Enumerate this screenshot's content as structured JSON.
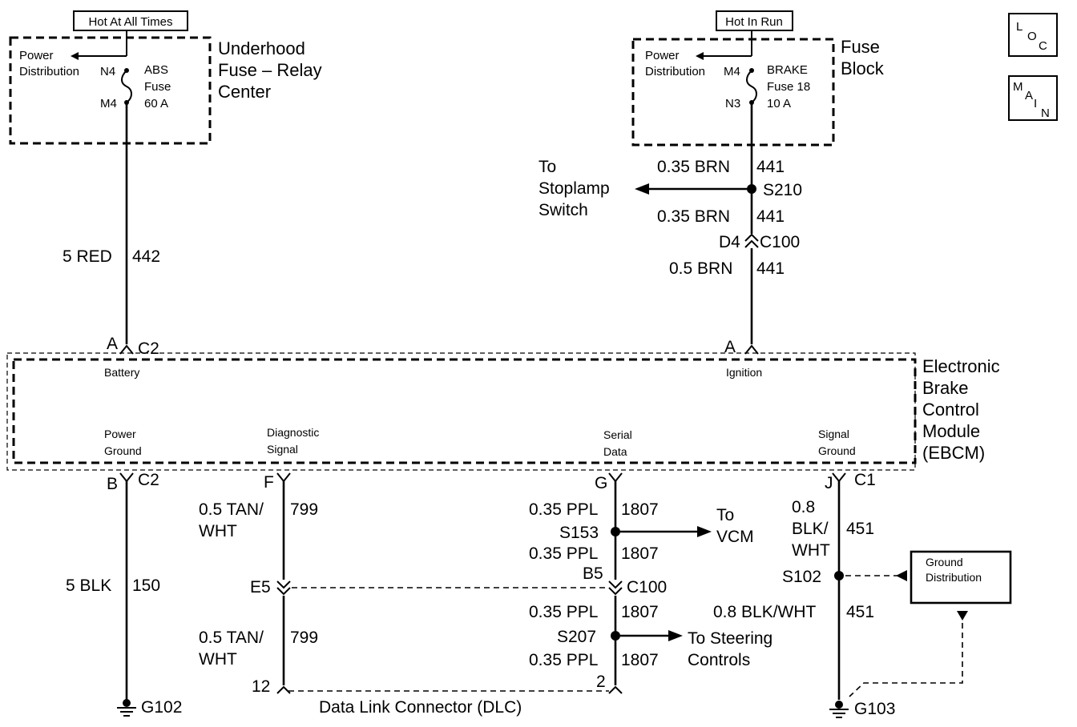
{
  "underhood": {
    "hot_label": "Hot At All Times",
    "power_distribution": [
      "Power",
      "Distribution"
    ],
    "pin_top": "N4",
    "pin_bottom": "M4",
    "fuse": [
      "ABS",
      "Fuse",
      "60 A"
    ],
    "name": [
      "Underhood",
      "Fuse – Relay",
      "Center"
    ]
  },
  "fuse_block": {
    "hot_label": "Hot In Run",
    "power_distribution": [
      "Power",
      "Distribution"
    ],
    "pin_top": "M4",
    "pin_bottom": "N3",
    "fuse": [
      "BRAKE",
      "Fuse 18",
      "10 A"
    ],
    "name": [
      "Fuse",
      "Block"
    ]
  },
  "corner_icons": {
    "loc": [
      "L",
      "O",
      "C"
    ],
    "main": [
      "M",
      "A",
      "I",
      "N"
    ]
  },
  "wires": {
    "battery_feed": {
      "gauge": "5 RED",
      "circuit": "442"
    },
    "brake_upper": {
      "gauge": "0.35 BRN",
      "circuit": "441"
    },
    "brake_mid": {
      "gauge": "0.35 BRN",
      "circuit": "441"
    },
    "brake_lower": {
      "gauge": "0.5 BRN",
      "circuit": "441"
    },
    "power_ground": {
      "gauge": "5 BLK",
      "circuit": "150"
    },
    "diag_upper": {
      "gauge": [
        "0.5 TAN/",
        "WHT"
      ],
      "circuit": "799"
    },
    "diag_lower": {
      "gauge": [
        "0.5 TAN/",
        "WHT"
      ],
      "circuit": "799"
    },
    "serial_1": {
      "gauge": "0.35 PPL",
      "circuit": "1807"
    },
    "serial_2": {
      "gauge": "0.35 PPL",
      "circuit": "1807"
    },
    "serial_3": {
      "gauge": "0.35 PPL",
      "circuit": "1807"
    },
    "serial_4": {
      "gauge": "0.35 PPL",
      "circuit": "1807"
    },
    "sig_ground_upper": {
      "gauge": [
        "0.8",
        "BLK/",
        "WHT"
      ],
      "circuit": "451"
    },
    "sig_ground_lower": {
      "gauge": "0.8 BLK/WHT",
      "circuit": "451"
    }
  },
  "splices": {
    "s210": "S210",
    "s153": "S153",
    "s207": "S207",
    "s102": "S102"
  },
  "destinations": {
    "stoplamp": [
      "To",
      "Stoplamp",
      "Switch"
    ],
    "vcm": [
      "To",
      "VCM"
    ],
    "steering": [
      "To Steering",
      "Controls"
    ]
  },
  "connectors": {
    "c100_top": {
      "pin": "D4",
      "name": "C100"
    },
    "c100_diag_pin": "E5",
    "c100_serial": {
      "pin": "B5",
      "name": "C100"
    },
    "batt": {
      "pin": "A",
      "name": "C2"
    },
    "ign": {
      "pin": "A"
    },
    "pwr_gnd": {
      "pin": "B",
      "name": "C2"
    },
    "diag": {
      "pin": "F"
    },
    "serial": {
      "pin": "G"
    },
    "sig_gnd": {
      "pin": "J",
      "name": "C1"
    },
    "dlc_pin_12": "12",
    "dlc_pin_2": "2",
    "dlc_name": "Data Link Connector (DLC)"
  },
  "ebcm": {
    "name": [
      "Electronic",
      "Brake",
      "Control",
      "Module",
      "(EBCM)"
    ],
    "battery": "Battery",
    "ignition": "Ignition",
    "power_ground": [
      "Power",
      "Ground"
    ],
    "diagnostic_signal": [
      "Diagnostic",
      "Signal"
    ],
    "serial_data": [
      "Serial",
      "Data"
    ],
    "signal_ground": [
      "Signal",
      "Ground"
    ]
  },
  "grounds": {
    "g102": "G102",
    "g103": "G103",
    "ground_distribution": [
      "Ground",
      "Distribution"
    ]
  }
}
